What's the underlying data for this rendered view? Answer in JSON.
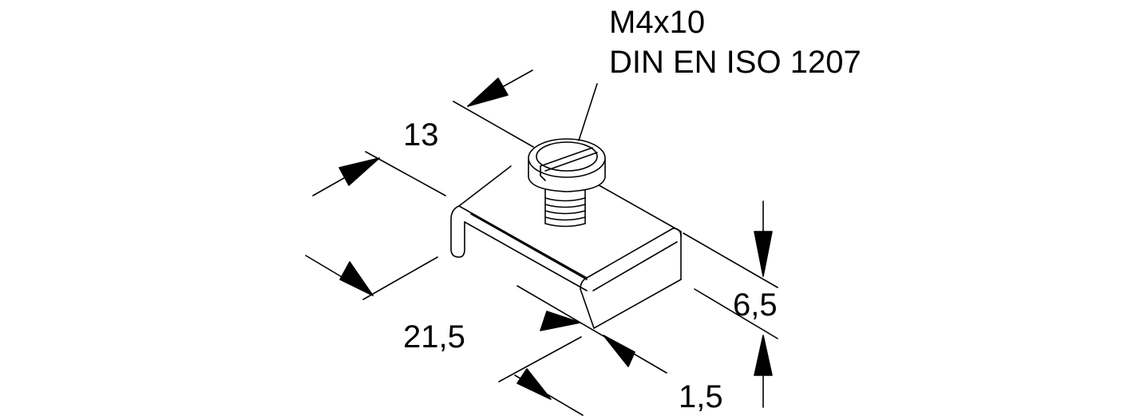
{
  "callout": {
    "screw_size": "M4x10",
    "standard": "DIN EN ISO 1207"
  },
  "dimensions": {
    "width": "13",
    "length": "21,5",
    "height": "6,5",
    "thickness": "1,5"
  },
  "colors": {
    "line": "#000000",
    "background": "#ffffff"
  }
}
